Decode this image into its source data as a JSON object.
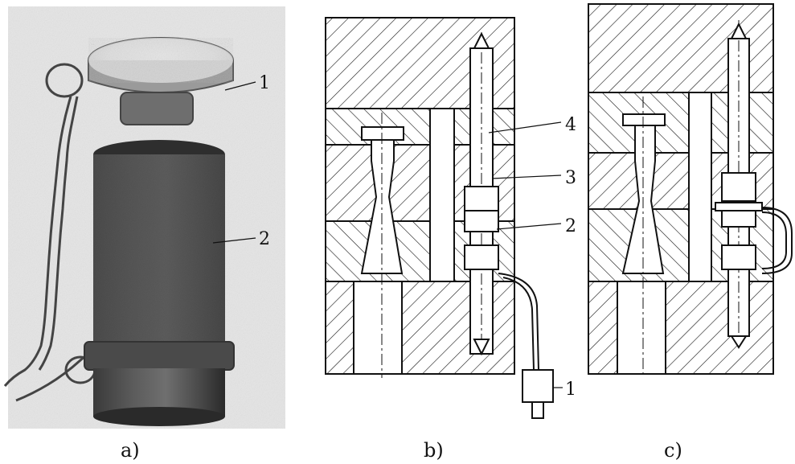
{
  "panels": [
    {
      "id": "a",
      "caption": "a)"
    },
    {
      "id": "b",
      "caption": "b)"
    },
    {
      "id": "c",
      "caption": "c)"
    }
  ],
  "callouts": {
    "a": [
      "1",
      "2"
    ],
    "b": [
      "4",
      "3",
      "2",
      "1"
    ]
  }
}
